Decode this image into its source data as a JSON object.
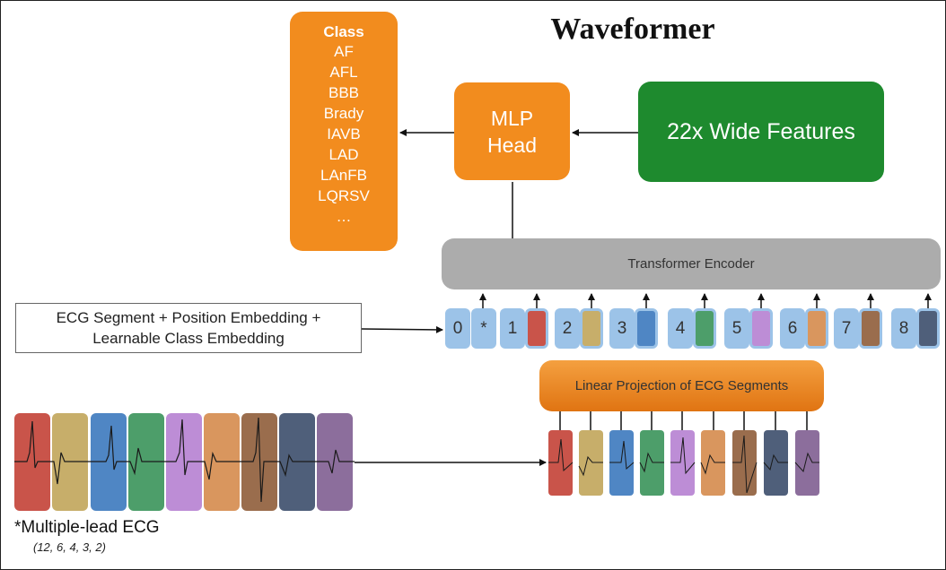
{
  "title": "Waveformer",
  "class_box": {
    "header": "Class",
    "items": [
      "AF",
      "AFL",
      "BBB",
      "Brady",
      "IAVB",
      "LAD",
      "LAnFB",
      "LQRSV",
      "…"
    ]
  },
  "mlp_head": {
    "line1": "MLP",
    "line2": "Head"
  },
  "wide_features": "22x Wide Features",
  "transformer_encoder": "Transformer Encoder",
  "embedding_box": {
    "line1": "ECG Segment + Position Embedding +",
    "line2": "Learnable Class Embedding"
  },
  "tokens": {
    "zero": "0",
    "cls": "*",
    "indices": [
      "1",
      "2",
      "3",
      "4",
      "5",
      "6",
      "7",
      "8"
    ]
  },
  "linear_projection": "Linear Projection of ECG Segments",
  "ecg_caption": "*Multiple-lead ECG",
  "ecg_subcaption": "(12, 6, 4, 3, 2)",
  "colors": {
    "orange": "#f28c1e",
    "green": "#1e8a2e",
    "token_blue": "#9cc3e8",
    "segments": [
      "#c9544a",
      "#c7ae6a",
      "#4f86c4",
      "#4d9e6a",
      "#bd8dd6",
      "#d9965e",
      "#9a6d4d",
      "#4f5f7a",
      "#8c6e9c"
    ]
  }
}
